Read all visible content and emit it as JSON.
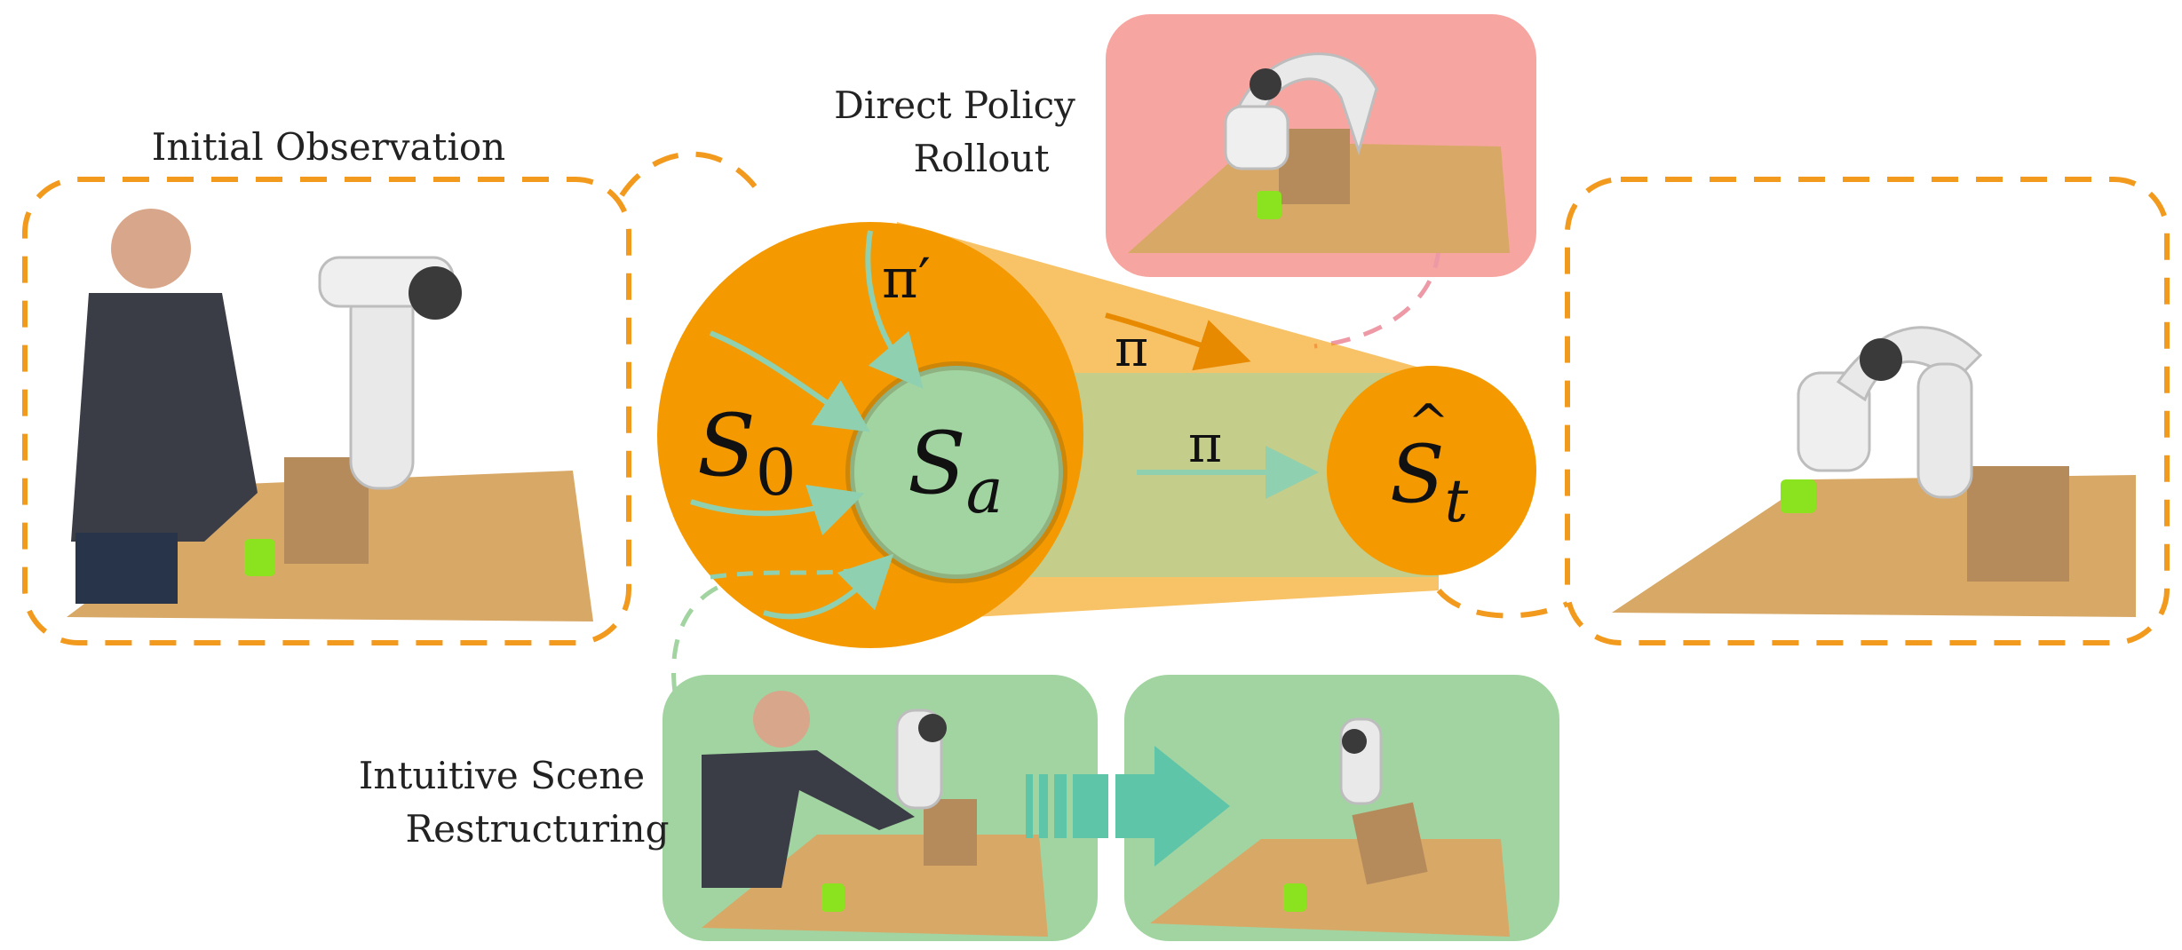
{
  "labels": {
    "initial_observation": "Initial Observation",
    "direct_policy_line1": "Direct Policy",
    "direct_policy_line2": "Rollout",
    "restructuring_line1": "Intuitive Scene",
    "restructuring_line2": "Restructuring"
  },
  "math": {
    "s0_base": "S",
    "s0_sub": "0",
    "sa_base": "S",
    "sa_sub": "a",
    "st_base": "S",
    "st_hat": "^",
    "st_sub": "t",
    "pi_prime": "π′",
    "pi_upper": "π",
    "pi_lower": "π"
  },
  "colors": {
    "orange": "#f49a00",
    "orange_dash": "#f29a1d",
    "green": "#a2d4a1",
    "green_arrow": "#8fd0b0",
    "teal_arrow": "#5fc5a8",
    "red_panel": "#f7a5a0",
    "pink_dash": "#ee9aa6",
    "table_wood": "#d8a866",
    "box_brown": "#b58b5c",
    "cup_green": "#8be21f"
  }
}
